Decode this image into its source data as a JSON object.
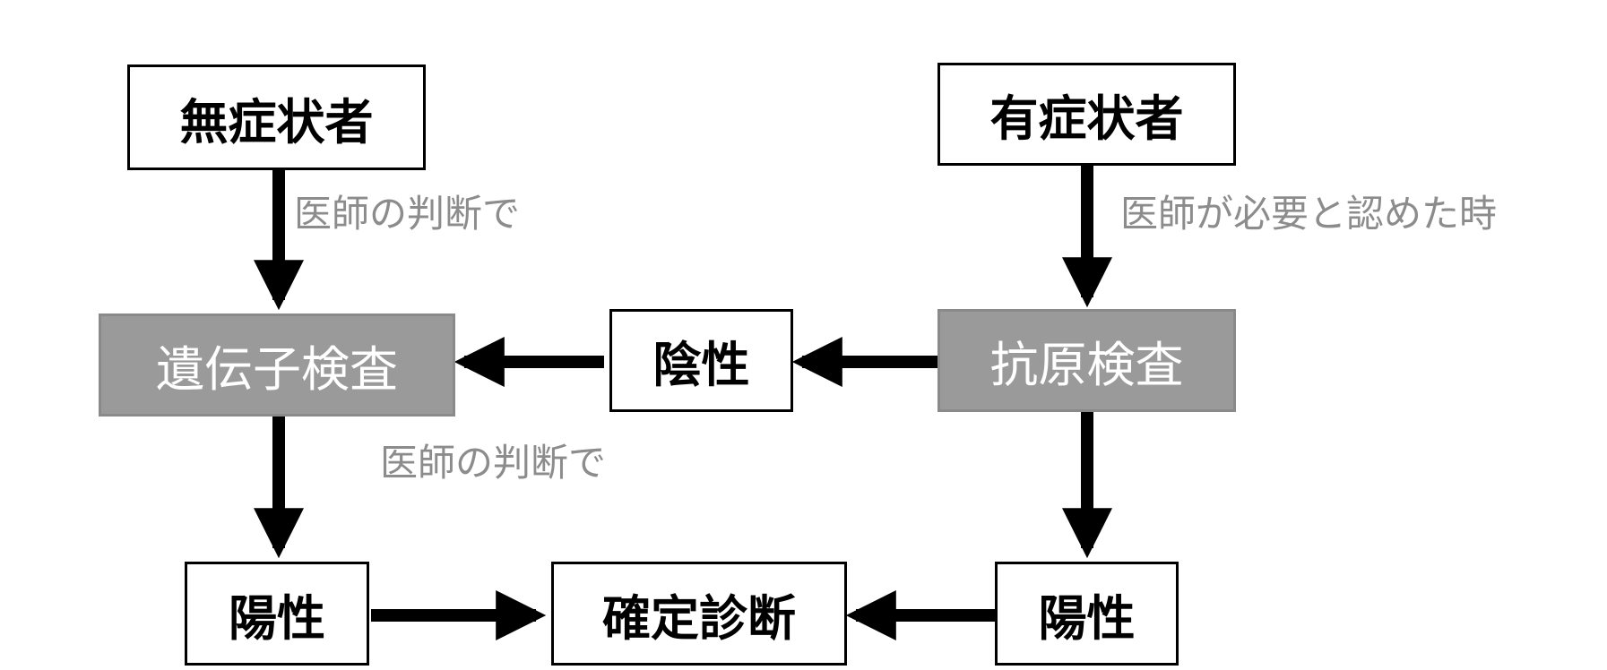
{
  "nodes": {
    "asymptomatic": "無症状者",
    "symptomatic": "有症状者",
    "genetic_test": "遺伝子検査",
    "negative": "陰性",
    "antigen_test": "抗原検査",
    "positive_left": "陽性",
    "diagnosis": "確定診断",
    "positive_right": "陽性"
  },
  "notes": {
    "doctor_judgment_top": "医師の判断で",
    "doctor_judgment_middle": "医師の判断で",
    "doctor_deems_necessary": "医師が必要と認めた時"
  },
  "colors": {
    "test_box_fill": "#9a9a9a",
    "note_text": "#8c8c8c",
    "arrow": "#000000"
  }
}
